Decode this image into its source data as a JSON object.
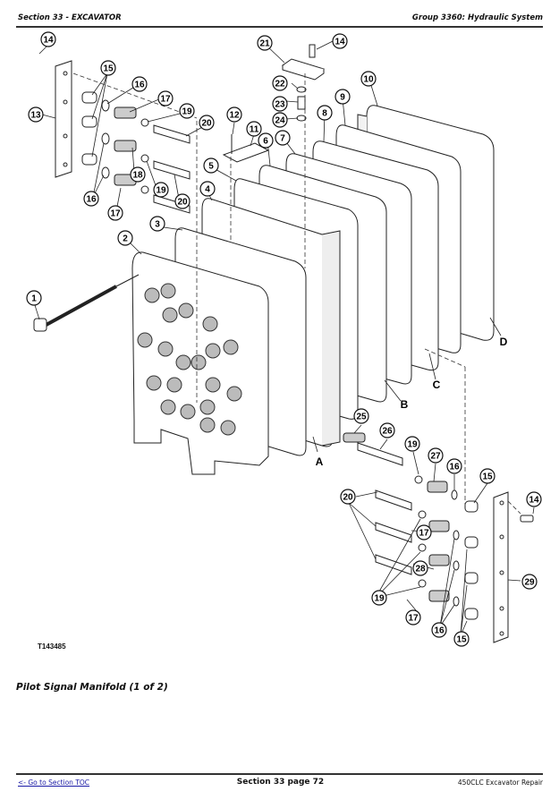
{
  "header": {
    "section": "Section 33 - EXCAVATOR",
    "group": "Group 3360: Hydraulic System"
  },
  "figure": {
    "id": "T143485",
    "caption": "Pilot Signal Manifold (1 of 2)",
    "callouts": [
      {
        "n": "14",
        "part": "cap-screw-top-left"
      },
      {
        "n": "13",
        "part": "plate-left"
      },
      {
        "n": "15",
        "part": "plugs-left"
      },
      {
        "n": "16",
        "part": "o-ring-upper"
      },
      {
        "n": "17",
        "part": "spring-upper"
      },
      {
        "n": "19",
        "part": "seat-upper"
      },
      {
        "n": "20",
        "part": "spool-upper"
      },
      {
        "n": "18",
        "part": "spring-middle"
      },
      {
        "n": "19",
        "part": "seat-middle"
      },
      {
        "n": "20",
        "part": "spool-middle"
      },
      {
        "n": "16",
        "part": "o-rings-left-lower"
      },
      {
        "n": "17",
        "part": "spring-lower"
      },
      {
        "n": "21",
        "part": "cover-plate"
      },
      {
        "n": "14",
        "part": "cap-screw-top-center"
      },
      {
        "n": "22",
        "part": "o-ring-22"
      },
      {
        "n": "23",
        "part": "fitting-23"
      },
      {
        "n": "24",
        "part": "o-ring-24"
      },
      {
        "n": "12",
        "part": "screw-12"
      },
      {
        "n": "11",
        "part": "cover-11"
      },
      {
        "n": "10",
        "part": "plate-10"
      },
      {
        "n": "9",
        "part": "plate-9"
      },
      {
        "n": "8",
        "part": "plate-8"
      },
      {
        "n": "7",
        "part": "plate-7"
      },
      {
        "n": "6",
        "part": "plate-6"
      },
      {
        "n": "5",
        "part": "plate-5"
      },
      {
        "n": "4",
        "part": "plate-4"
      },
      {
        "n": "3",
        "part": "plate-3"
      },
      {
        "n": "2",
        "part": "body-2"
      },
      {
        "n": "1",
        "part": "bolt-1"
      },
      {
        "n": "25",
        "part": "spring-25"
      },
      {
        "n": "26",
        "part": "spool-26"
      },
      {
        "n": "19",
        "part": "seat-right-top"
      },
      {
        "n": "27",
        "part": "spring-27"
      },
      {
        "n": "16",
        "part": "o-ring-right-top"
      },
      {
        "n": "15",
        "part": "plug-right-top"
      },
      {
        "n": "14",
        "part": "cap-screw-right"
      },
      {
        "n": "20",
        "part": "spools-right"
      },
      {
        "n": "17",
        "part": "spring-right-upper"
      },
      {
        "n": "28",
        "part": "spring-28"
      },
      {
        "n": "19",
        "part": "seats-right"
      },
      {
        "n": "29",
        "part": "plate-right"
      },
      {
        "n": "17",
        "part": "spring-right-lower"
      },
      {
        "n": "16",
        "part": "o-rings-right"
      },
      {
        "n": "15",
        "part": "plugs-right"
      }
    ],
    "assembly_letters": [
      "A",
      "B",
      "C",
      "D"
    ]
  },
  "footer": {
    "toc_link": "<- Go to Section TOC",
    "page": "Section 33 page 72",
    "manual": "450CLC Excavator Repair"
  }
}
